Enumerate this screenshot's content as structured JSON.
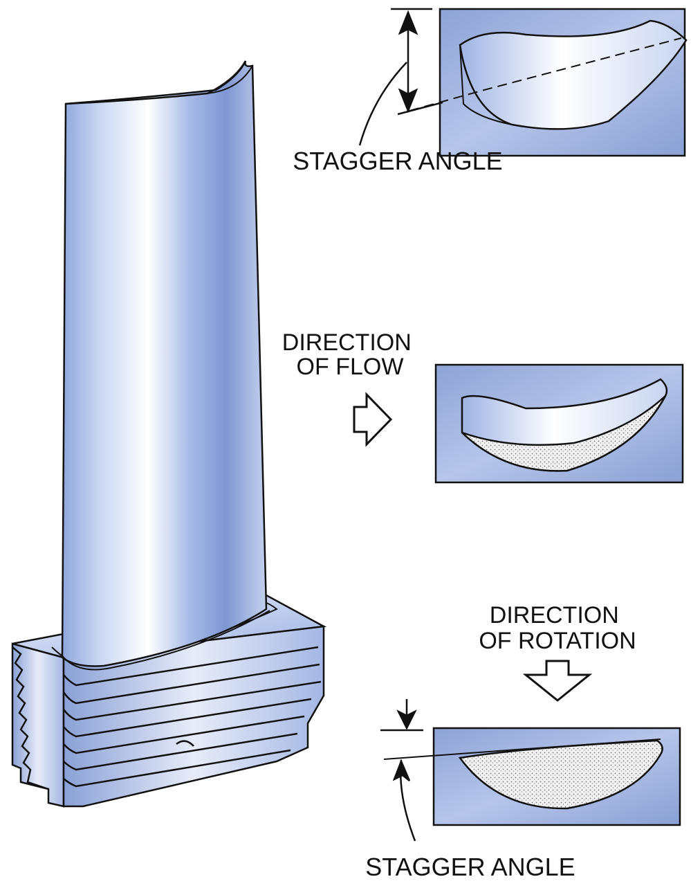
{
  "labels": {
    "stagger_angle_top": "STAGGER ANGLE",
    "direction_of_flow": [
      "DIRECTION",
      "OF FLOW"
    ],
    "direction_of_rotation": [
      "DIRECTION",
      "OF ROTATION"
    ],
    "stagger_angle_bottom": "STAGGER ANGLE"
  },
  "colors": {
    "blade_blue": "#8fa8e0",
    "blade_light": "#ffffff",
    "panel_blue": "#9db0dc",
    "outline": "#111111",
    "stipple": "#c9c9c9"
  }
}
